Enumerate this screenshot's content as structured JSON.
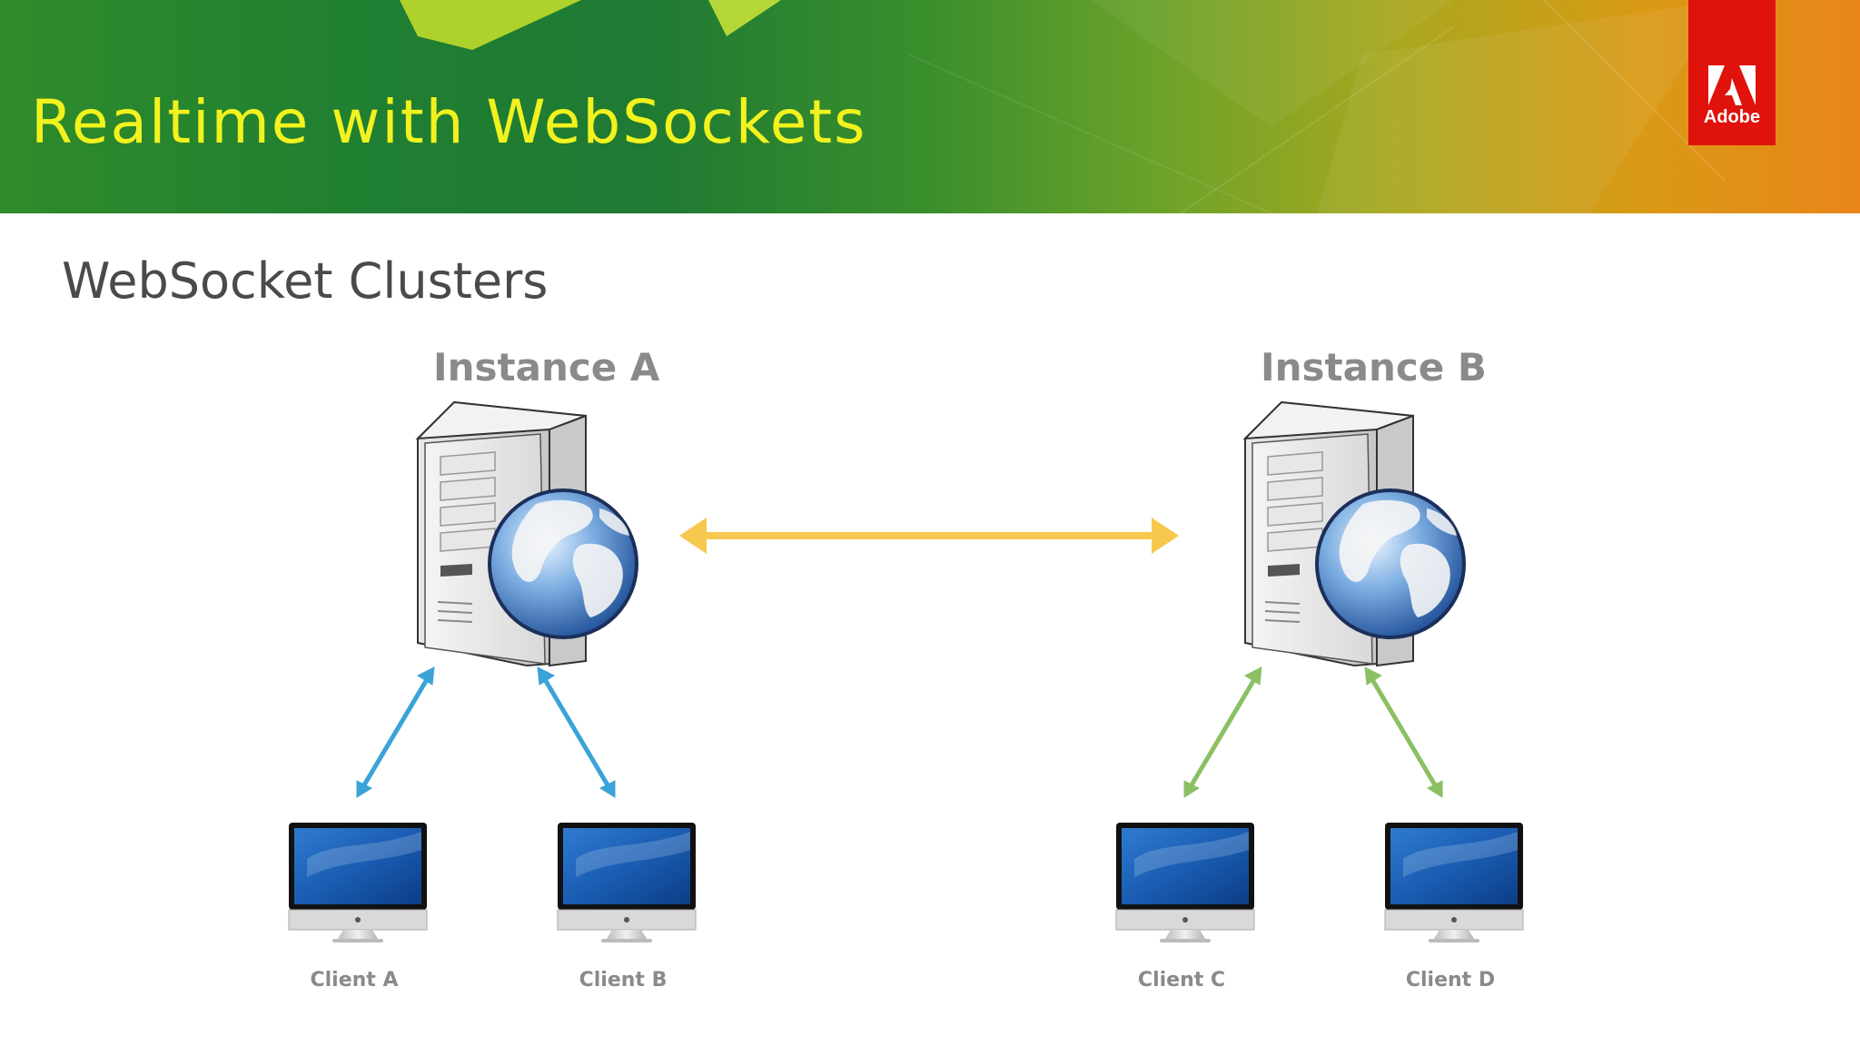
{
  "slide": {
    "title": "Realtime with WebSockets",
    "subtitle": "WebSocket Clusters",
    "logo_text": "Adobe"
  },
  "instances": [
    {
      "label": "Instance A",
      "link_color": "#3aa3d8"
    },
    {
      "label": "Instance B",
      "link_color": "#8cc063"
    }
  ],
  "clients": [
    {
      "label": "Client A"
    },
    {
      "label": "Client B"
    },
    {
      "label": "Client C"
    },
    {
      "label": "Client D"
    }
  ],
  "colors": {
    "instance_link": "#f7c84e",
    "instance_a_links": "#3aa3d8",
    "instance_b_links": "#8cc063",
    "title": "#f2f21e",
    "logo_bg": "#e0120c"
  }
}
